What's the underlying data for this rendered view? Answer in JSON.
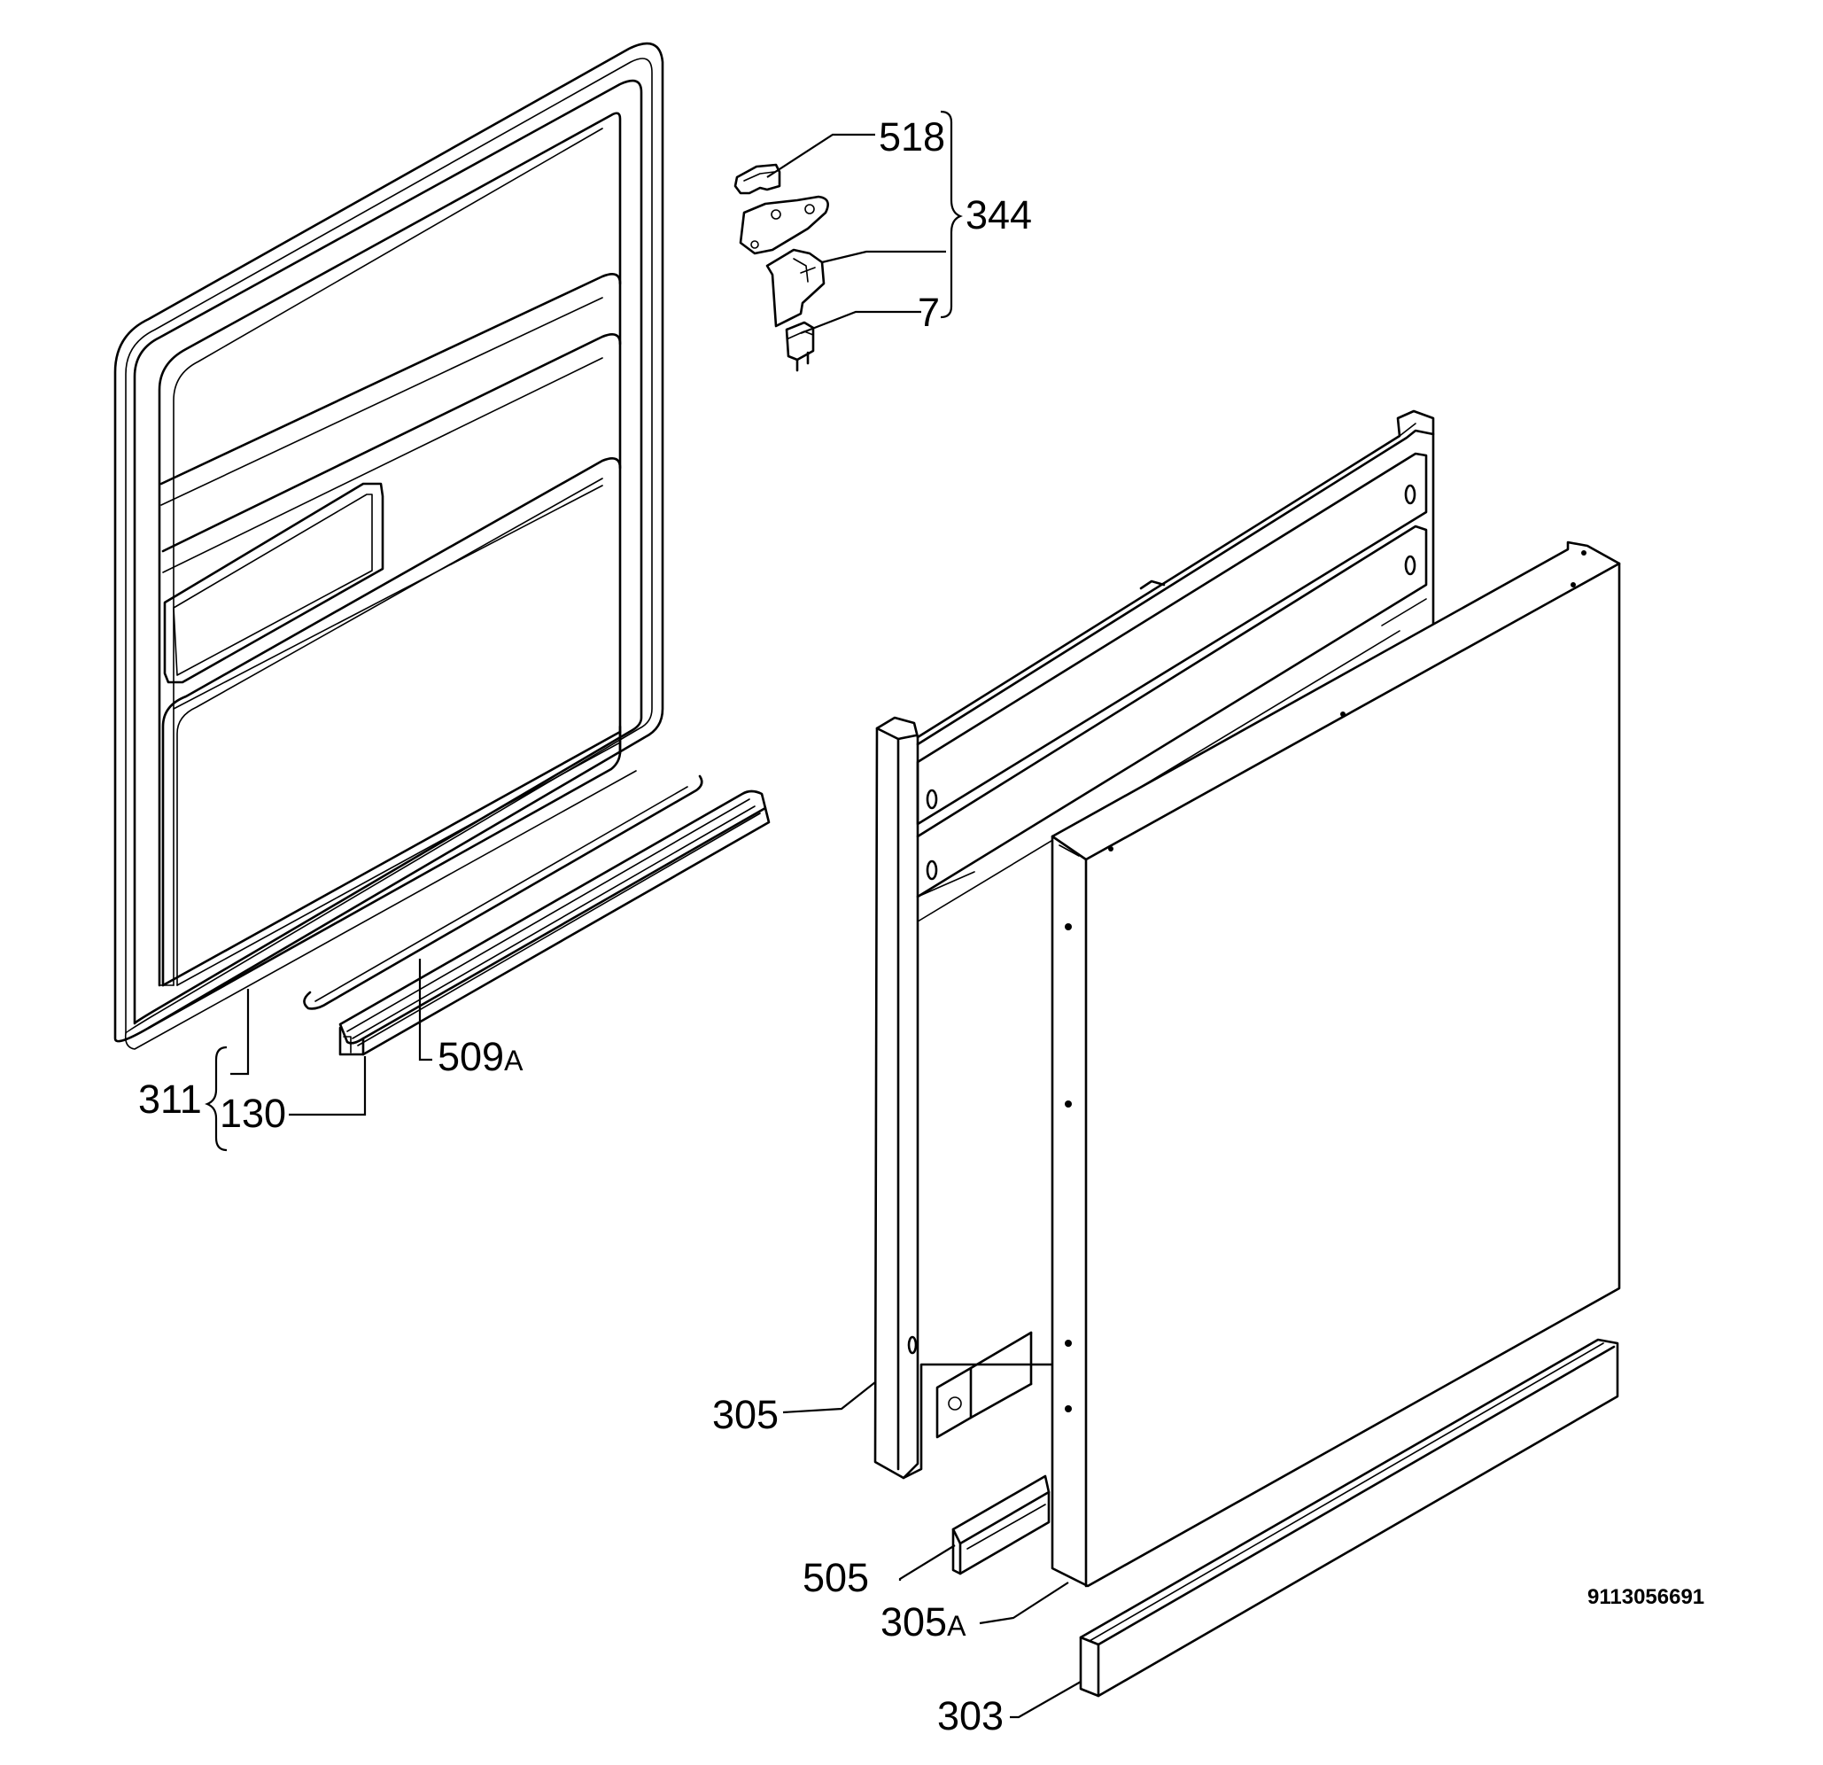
{
  "labels": {
    "p518": "518",
    "p344": "344",
    "p7": "7",
    "p311": "311",
    "p130": "130",
    "p509": "509",
    "p509_suffix": "A",
    "p305": "305",
    "p505": "505",
    "p305a": "305",
    "p305a_suffix": "A",
    "p303": "303"
  },
  "document_number": "9113056691"
}
